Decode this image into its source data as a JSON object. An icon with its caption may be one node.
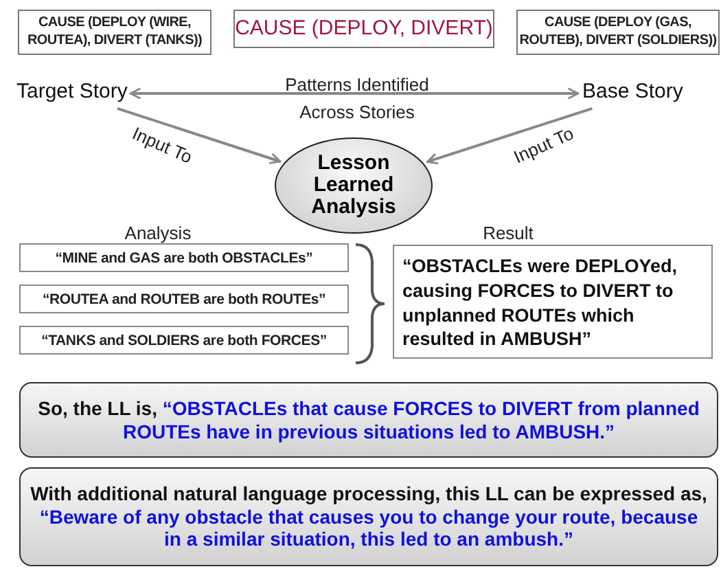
{
  "diagram": {
    "nodes": [
      {
        "text": [
          "CAUSE (DEPLOY (WIRE, ROUTEA), DIVERT (TANKS))"
        ]
      },
      {
        "text": [
          "CAUSE (DEPLOY, DIVERT)"
        ]
      },
      {
        "text": [
          "CAUSE (DEPLOY (GAS, ROUTEB), DIVERT (SOLDIERS))"
        ]
      },
      {
        "text": [
          "Target Story"
        ]
      },
      {
        "text": [
          "Base Story"
        ]
      },
      {
        "text": [
          "Lesson Learned Analysis"
        ]
      },
      {
        "text": [
          "“MINE and GAS are both OBSTACLEs”"
        ]
      },
      {
        "text": [
          "“ROUTEA and ROUTEB are both ROUTEs”"
        ]
      },
      {
        "text": [
          "“TANKS and SOLDIERS are both FORCES”"
        ]
      },
      {
        "text": [
          "“OBSTACLEs were DEPLOYed, causing FORCES to DIVERT to unplanned ROUTEs which resulted in AMBUSH”"
        ]
      },
      {
        "text": [
          "So, the LL is,",
          "“OBSTACLEs that cause FORCES to DIVERT from planned ROUTEs have in previous situations led to AMBUSH.”"
        ]
      },
      {
        "text": [
          "With additional natural language processing, this LL can be expressed as,",
          "“Beware of any obstacle that causes you to change your route, because in a similar situation, this led to an ambush.”"
        ]
      }
    ],
    "edges": [
      {
        "from": 3,
        "to": 4,
        "arrow": "both",
        "label": "Patterns Identified Across Stories"
      },
      {
        "from": 3,
        "to": 5,
        "arrow": "to",
        "label": "Input To"
      },
      {
        "from": 4,
        "to": 5,
        "arrow": "to",
        "label": "Input To"
      }
    ],
    "labels": [
      "Analysis",
      "Result"
    ]
  }
}
